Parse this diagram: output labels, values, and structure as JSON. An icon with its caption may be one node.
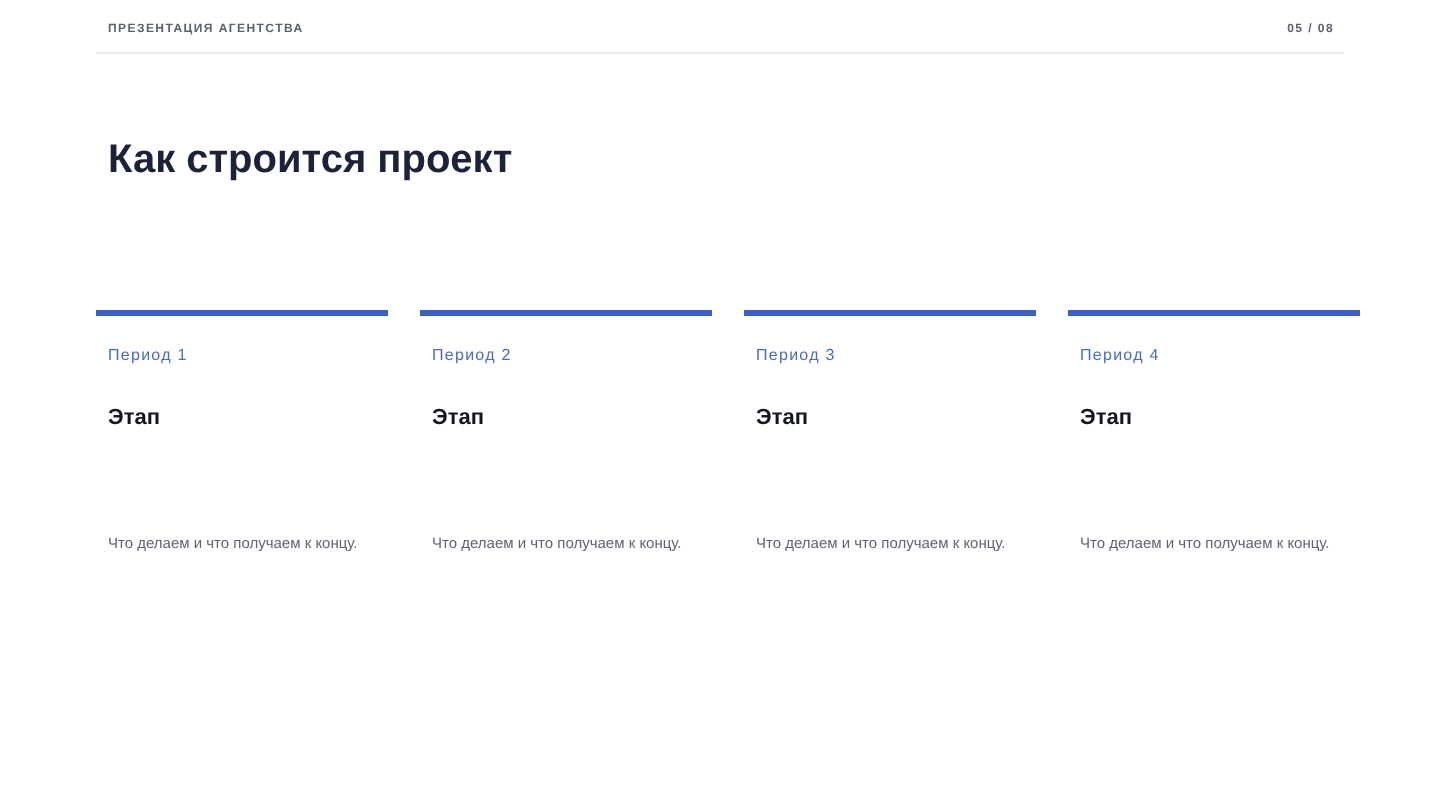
{
  "diagram": {
    "title": "Как строится проект",
    "nodes": [
      {
        "text": [
          "Период 1",
          "Этап",
          "Что делаем и что получаем к концу."
        ]
      },
      {
        "text": [
          "Период 2",
          "Этап",
          "Что делаем и что получаем к концу."
        ]
      },
      {
        "text": [
          "Период 3",
          "Этап",
          "Что делаем и что получаем к концу."
        ]
      },
      {
        "text": [
          "Период 4",
          "Этап",
          "Что делаем и что получаем к концу."
        ]
      }
    ],
    "labels": [
      "ПРЕЗЕНТАЦИЯ АГЕНТСТВА",
      "05 / 08"
    ]
  }
}
